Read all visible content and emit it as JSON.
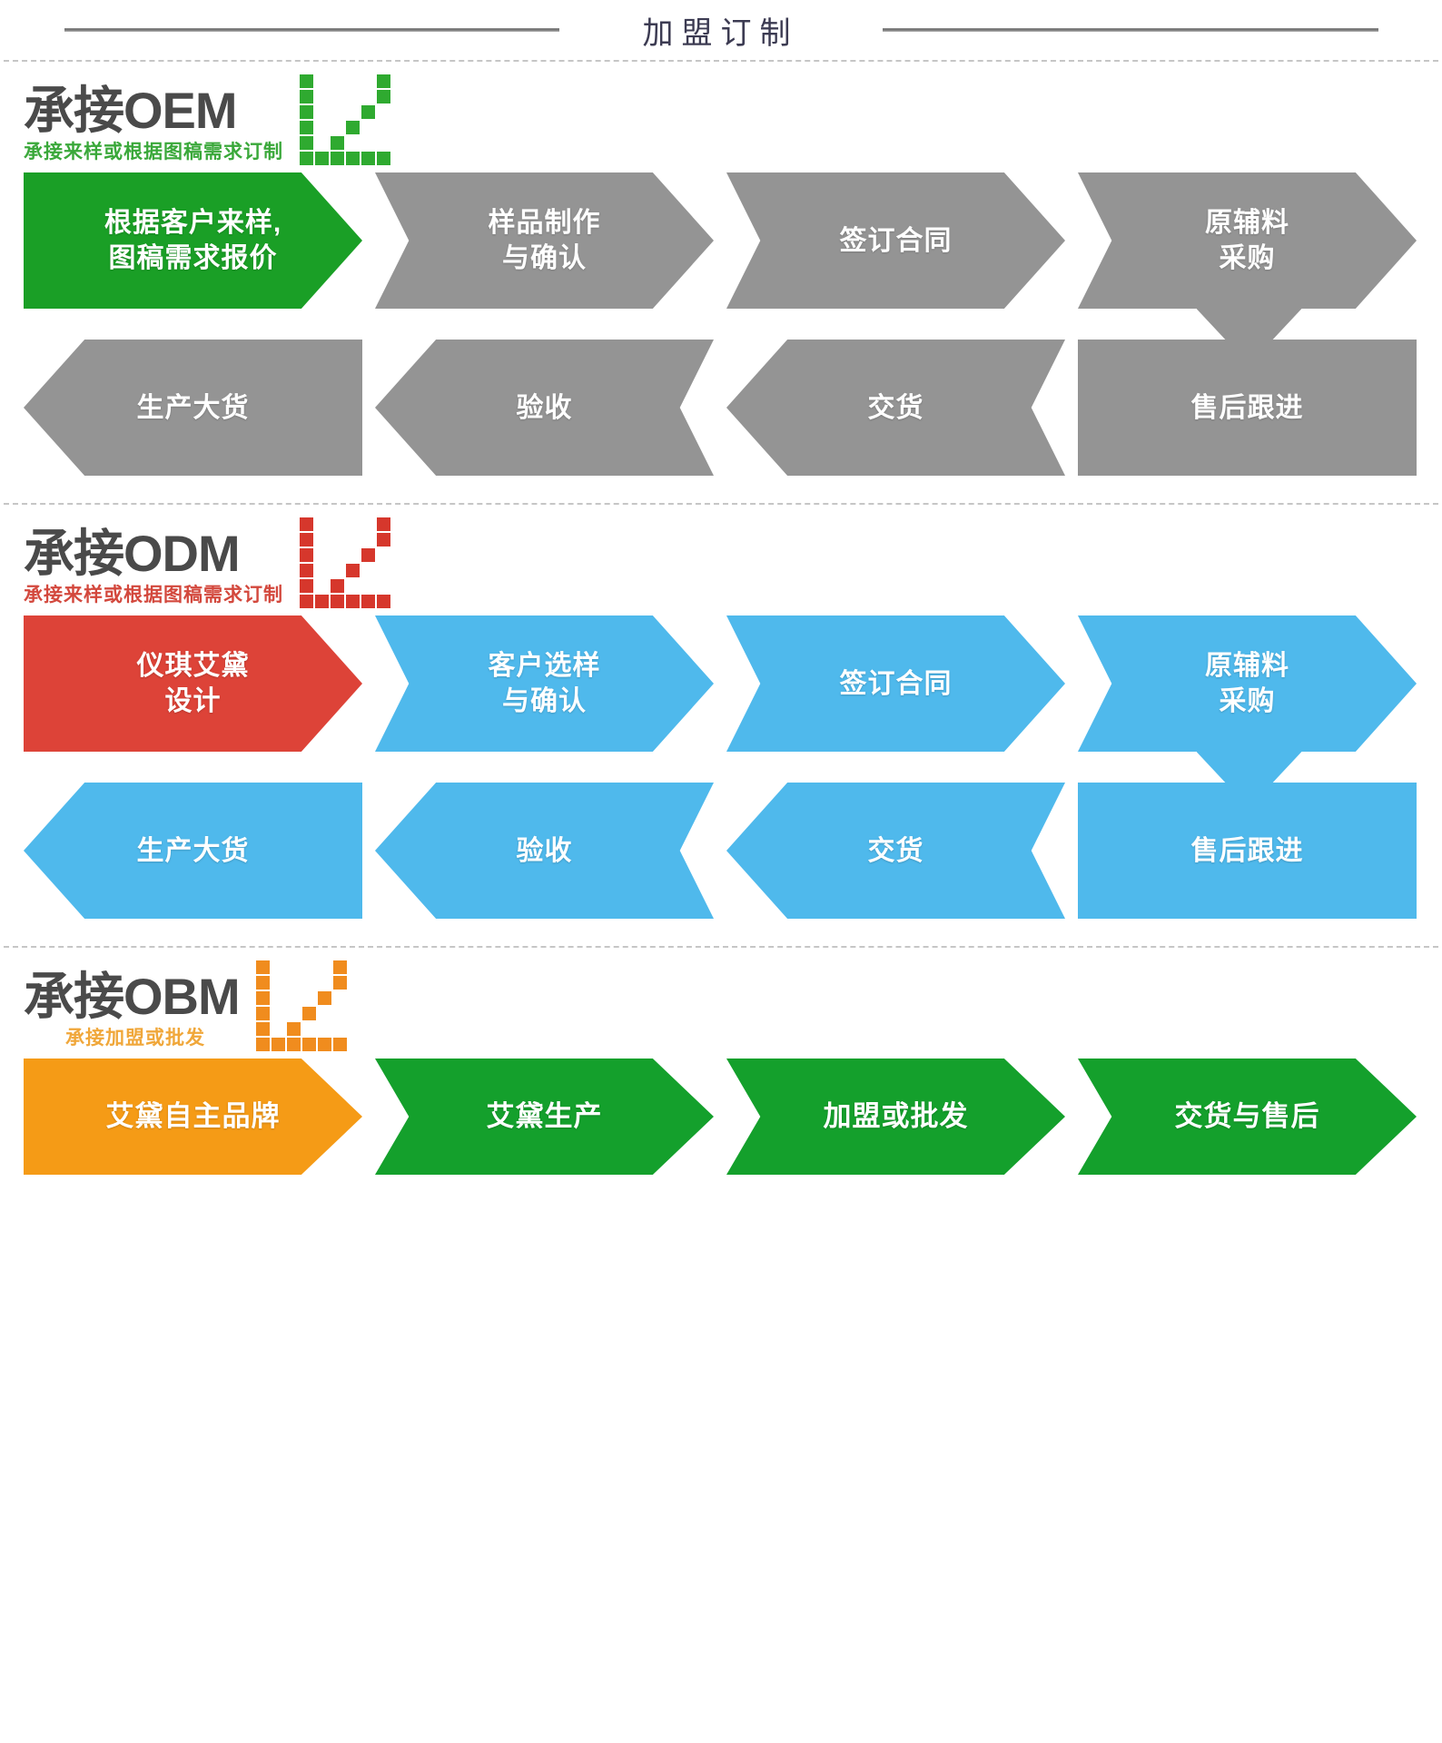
{
  "header": {
    "title": "加盟订制"
  },
  "sections": [
    {
      "id": "oem",
      "logo_main": "承接OEM",
      "logo_sub": "承接来样或根据图稿需求订制",
      "mark_color": "#2faa30",
      "accent_color": "#1a9f26",
      "body_color": "#949494",
      "row1": [
        {
          "label": "根据客户来样,\n图稿需求报价",
          "highlight": true
        },
        {
          "label": "样品制作\n与确认",
          "highlight": false
        },
        {
          "label": "签订合同",
          "highlight": false
        },
        {
          "label": "原辅料\n采购",
          "highlight": false
        }
      ],
      "row2": [
        {
          "label": "售后跟进"
        },
        {
          "label": "交货"
        },
        {
          "label": "验收"
        },
        {
          "label": "生产大货"
        }
      ]
    },
    {
      "id": "odm",
      "logo_main": "承接ODM",
      "logo_sub": "承接来样或根据图稿需求订制",
      "mark_color": "#d6372c",
      "accent_color": "#dd4338",
      "body_color": "#4fb9ec",
      "row1": [
        {
          "label": "仪琪艾黛\n设计",
          "highlight": true
        },
        {
          "label": "客户选样\n与确认",
          "highlight": false
        },
        {
          "label": "签订合同",
          "highlight": false
        },
        {
          "label": "原辅料\n采购",
          "highlight": false
        }
      ],
      "row2": [
        {
          "label": "售后跟进"
        },
        {
          "label": "交货"
        },
        {
          "label": "验收"
        },
        {
          "label": "生产大货"
        }
      ]
    },
    {
      "id": "obm",
      "logo_main": "承接OBM",
      "logo_sub": "承接加盟或批发",
      "mark_color": "#f08c1e",
      "accent_color": "#f59b16",
      "body_color": "#14a02c",
      "row1": [
        {
          "label": "艾黛自主品牌",
          "highlight": true
        },
        {
          "label": "艾黛生产",
          "highlight": false
        },
        {
          "label": "加盟或批发",
          "highlight": false
        },
        {
          "label": "交货与售后",
          "highlight": false
        }
      ],
      "row2": []
    }
  ]
}
